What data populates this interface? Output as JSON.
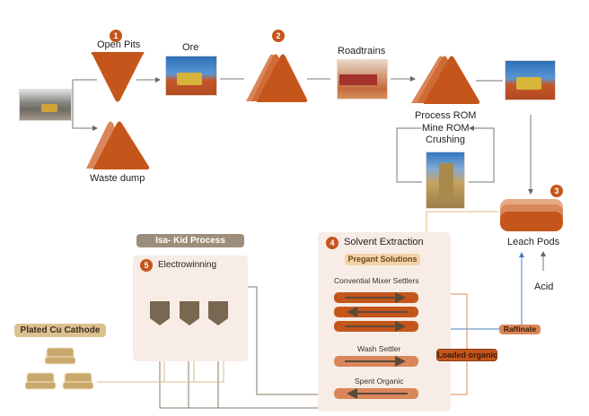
{
  "stages": {
    "open_pits": {
      "badge": "1",
      "label": "Open Pits"
    },
    "ore": {
      "label": "Ore"
    },
    "stockpile_2": {
      "badge": "2"
    },
    "roadtrains": {
      "label": "Roadtrains"
    },
    "process_rom": {
      "label_line1": "Process ROM",
      "label_line2": "Mine ROM",
      "label_line3": "Crushing"
    },
    "waste_dump": {
      "label": "Waste dump"
    },
    "leach_pods": {
      "badge": "3",
      "label": "Leach Pods"
    },
    "acid": {
      "label": "Acid"
    }
  },
  "solvent_extraction": {
    "badge": "4",
    "title": "Solvent Extraction",
    "pregnant_solutions": "Pregant Solutions",
    "mixer_settlers_label": "Convential Mixer Settlers",
    "wash_settler_label": "Wash Settler",
    "spent_organic_label": "Spent Organic",
    "loaded_organic": "Loaded organic",
    "raffinate": "Raffinate"
  },
  "electrowinning": {
    "header": "Isa- Kid Process",
    "badge": "5",
    "title": "Electrowinning"
  },
  "cathode": {
    "label": "Plated Cu Cathode"
  },
  "photos": {
    "haul_truck_pit": "haul-truck-in-pit-photo",
    "ore_loader": "excavator-loading-truck-photo",
    "roadtrain": "roadtrain-truck-photo",
    "loader_2": "excavator-loading-truck-photo",
    "crusher": "crushing-plant-photo"
  },
  "colors": {
    "orange": "#c5561b",
    "orange_light": "#d9875a",
    "orange_pale": "#e4a985",
    "brown": "#786751",
    "tan": "#c9a86e",
    "panel": "#f8ece6",
    "blue": "#4a7fc1",
    "line_gray": "#777777",
    "line_red": "#e0623a"
  }
}
